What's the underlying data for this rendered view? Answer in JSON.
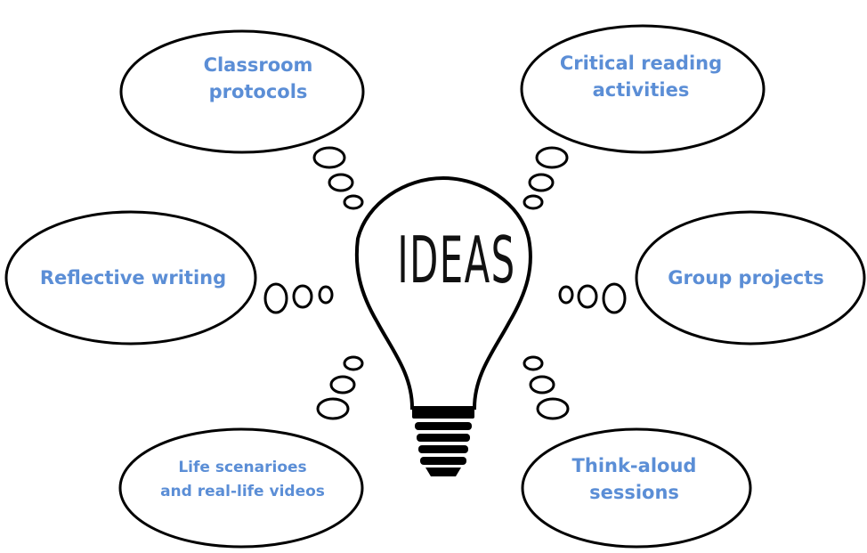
{
  "center_label": "IDEAS",
  "ideas": {
    "classroom": [
      "Classroom",
      "protocols"
    ],
    "critical": [
      "Critical reading",
      "activities"
    ],
    "reflective": [
      "Reflective writing"
    ],
    "group": [
      "Group projects"
    ],
    "life": [
      "Life scenarioes",
      "and real-life videos"
    ],
    "think": [
      "Think-aloud",
      "sessions"
    ]
  },
  "colors": {
    "label_text": "#5b8ed6",
    "outline": "#000000",
    "background": "#ffffff"
  }
}
